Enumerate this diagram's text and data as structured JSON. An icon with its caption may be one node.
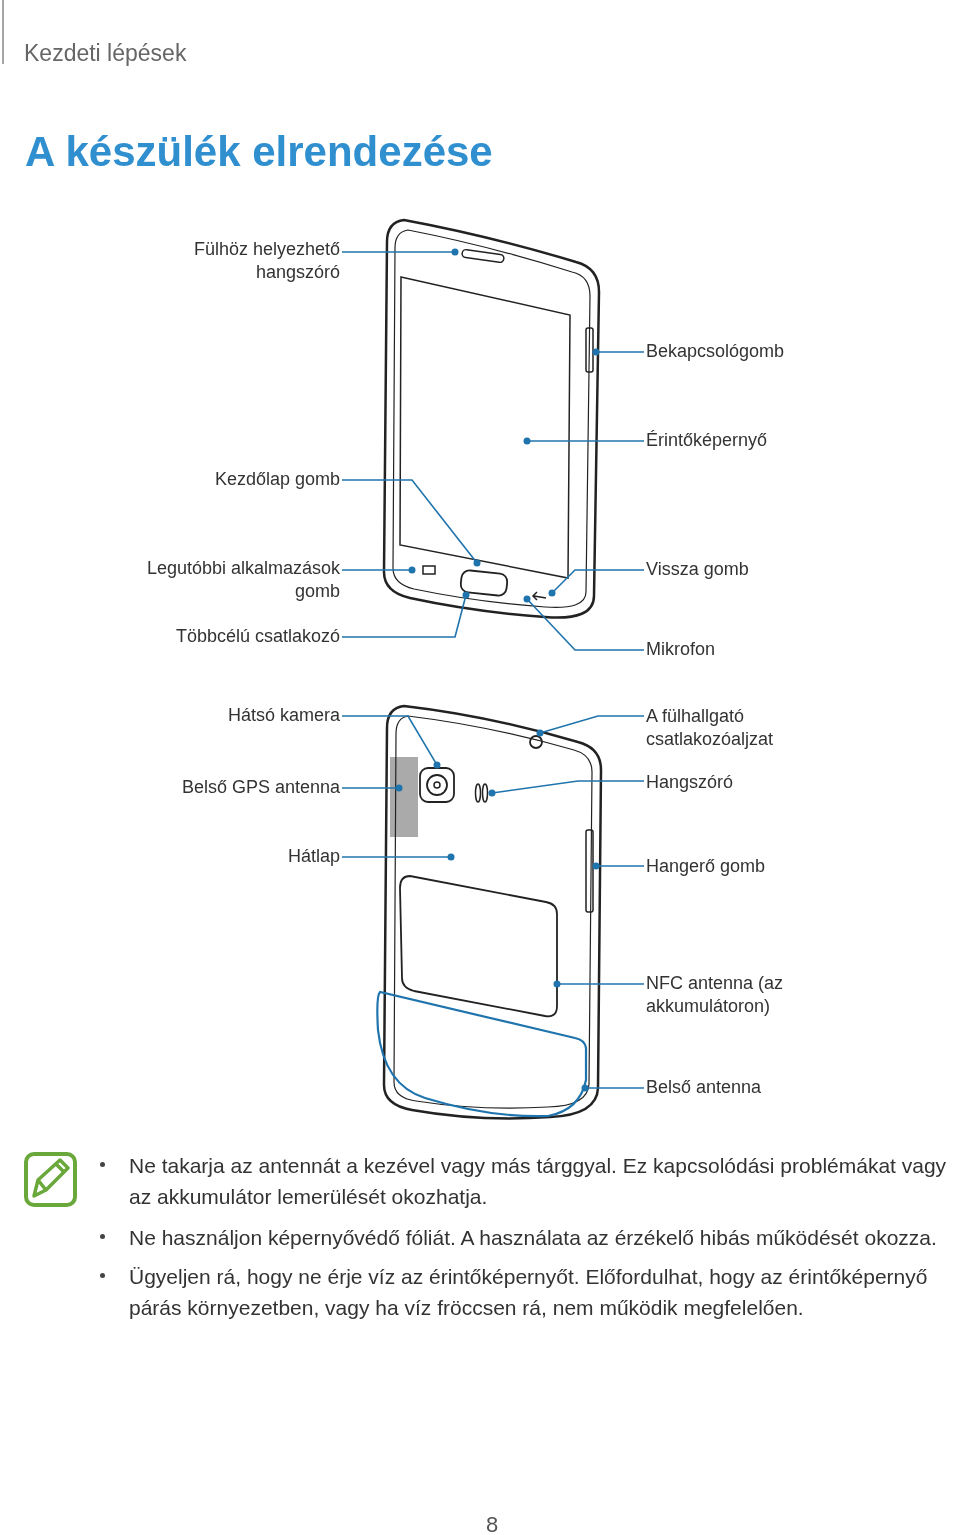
{
  "diagram": {
    "title": "A készülék elrendezése",
    "nodes": [
      {
        "text": [
          "Fülhöz helyezhető hangszóró"
        ]
      },
      {
        "text": [
          "Bekapcsológomb"
        ]
      },
      {
        "text": [
          "Érintőképernyő"
        ]
      },
      {
        "text": [
          "Kezdőlap gomb"
        ]
      },
      {
        "text": [
          "Legutóbbi alkalmazások gomb"
        ]
      },
      {
        "text": [
          "Többcélú csatlakozó"
        ]
      },
      {
        "text": [
          "Vissza gomb"
        ]
      },
      {
        "text": [
          "Mikrofon"
        ]
      },
      {
        "text": [
          "Hátsó kamera"
        ]
      },
      {
        "text": [
          "Belső GPS antenna"
        ]
      },
      {
        "text": [
          "Hátlap"
        ]
      },
      {
        "text": [
          "A fülhallgató csatlakozóaljzat"
        ]
      },
      {
        "text": [
          "Hangszóró"
        ]
      },
      {
        "text": [
          "Hangerő gomb"
        ]
      },
      {
        "text": [
          "NFC antenna (az akkumulátoron)"
        ]
      },
      {
        "text": [
          "Belső antenna"
        ]
      }
    ],
    "edges": [
      {
        "from": 0,
        "to": null,
        "arrow": "other"
      },
      {
        "from": 1,
        "to": null,
        "arrow": "other"
      },
      {
        "from": 2,
        "to": null,
        "arrow": "other"
      },
      {
        "from": 3,
        "to": null,
        "arrow": "other"
      },
      {
        "from": 4,
        "to": null,
        "arrow": "other"
      },
      {
        "from": 5,
        "to": null,
        "arrow": "other"
      },
      {
        "from": 6,
        "to": null,
        "arrow": "other"
      },
      {
        "from": 7,
        "to": null,
        "arrow": "other"
      },
      {
        "from": 8,
        "to": null,
        "arrow": "other"
      },
      {
        "from": 9,
        "to": null,
        "arrow": "other"
      },
      {
        "from": 10,
        "to": null,
        "arrow": "other"
      },
      {
        "from": 11,
        "to": null,
        "arrow": "other"
      },
      {
        "from": 12,
        "to": null,
        "arrow": "other"
      },
      {
        "from": 13,
        "to": null,
        "arrow": "other"
      },
      {
        "from": 14,
        "to": null,
        "arrow": "other"
      },
      {
        "from": 15,
        "to": null,
        "arrow": "other"
      }
    ],
    "labels": [
      "Kezdeti lépések",
      "Ne takarja az antennát a kezével vagy más tárggyal. Ez kapcsolódási problémákat vagy az akkumulátor lemerülését okozhatja.",
      "Ne használjon képernyővédő fóliát. A használata az érzékelő hibás működését okozza.",
      "Ügyeljen rá, hogy ne érje víz az érintőképernyőt. Előfordulhat, hogy az érintőképernyő párás környezetben, vagy ha víz fröccsen rá, nem működik megfelelően.",
      "8"
    ]
  }
}
